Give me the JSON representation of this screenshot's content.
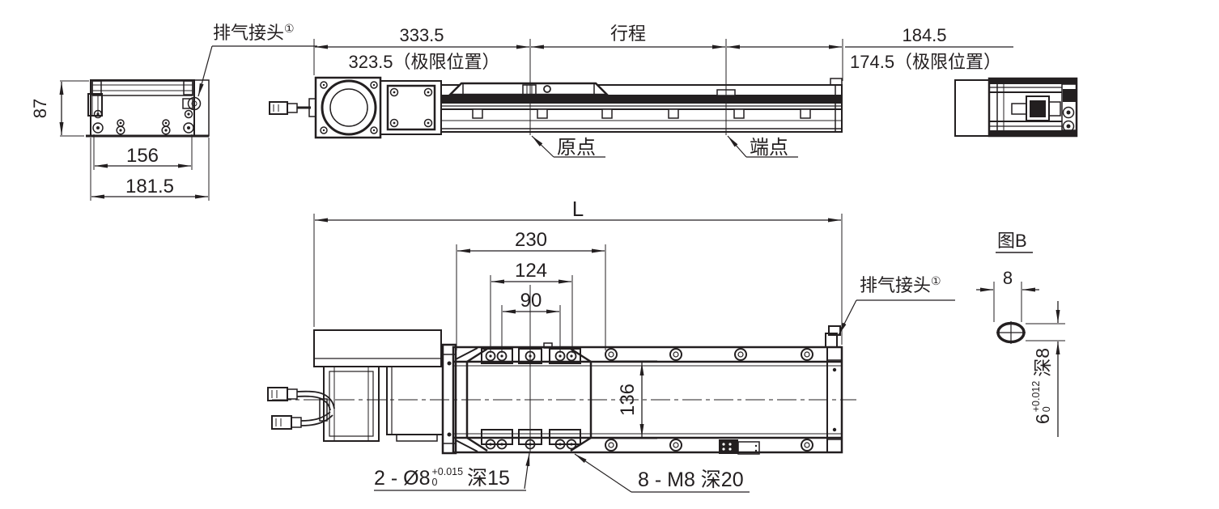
{
  "colors": {
    "ink": "#231f20",
    "background": "#ffffff"
  },
  "labels": {
    "exhaust_fitting": "排气接头",
    "note_ref": "①"
  },
  "left_view": {
    "dim_height": "87",
    "dim_width_inner": "156",
    "dim_width_outer": "181.5"
  },
  "top_view": {
    "dim_left": "333.5",
    "dim_left_limit": "323.5（极限位置）",
    "dim_stroke": "行程",
    "dim_right": "184.5",
    "dim_right_limit": "174.5（极限位置）",
    "label_origin": "原点",
    "label_end": "端点"
  },
  "bottom_view": {
    "dim_overall": "L",
    "dim_outer": "230",
    "dim_mid": "124",
    "dim_inner": "90",
    "dim_width": "136",
    "note_pin_prefix": "2 - Ø8",
    "note_pin_tol_upper": "+0.015",
    "note_pin_tol_lower": "0",
    "note_pin_suffix": "深15",
    "note_thread": "8 - M8 深20"
  },
  "detail_b": {
    "title": "图B",
    "dim_width": "8",
    "slot_base": "6",
    "slot_tol_upper": "+0.012",
    "slot_tol_lower": "0",
    "slot_suffix": "深8"
  }
}
